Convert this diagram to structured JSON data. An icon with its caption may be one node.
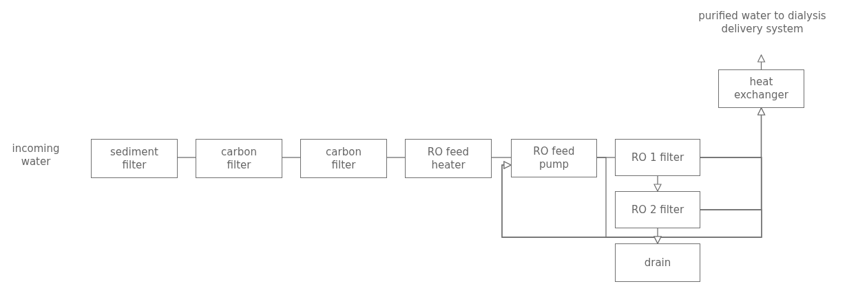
{
  "diagram": {
    "nodes": [
      {
        "text": [
          "sediment filter"
        ]
      },
      {
        "text": [
          "carbon filter"
        ]
      },
      {
        "text": [
          "carbon filter"
        ]
      },
      {
        "text": [
          "RO feed heater"
        ]
      },
      {
        "text": [
          "RO feed pump"
        ]
      },
      {
        "text": [
          "RO 1 filter"
        ]
      },
      {
        "text": [
          "RO 2 filter"
        ]
      },
      {
        "text": [
          "drain"
        ]
      },
      {
        "text": [
          "heat exchanger"
        ]
      },
      {
        "text": [
          "purified water to dialysis delivery system"
        ]
      }
    ],
    "edges": [
      {
        "from": 0,
        "to": 1,
        "arrow": "none"
      },
      {
        "from": 1,
        "to": 2,
        "arrow": "none"
      },
      {
        "from": 2,
        "to": 3,
        "arrow": "none"
      },
      {
        "from": 3,
        "to": 4,
        "arrow": "none"
      },
      {
        "from": 4,
        "to": 5,
        "arrow": "none"
      },
      {
        "from": 5,
        "to": 6,
        "arrow": "to"
      },
      {
        "from": 6,
        "to": 7,
        "arrow": "to"
      },
      {
        "from": 5,
        "to": 8,
        "arrow": "to"
      },
      {
        "from": 6,
        "to": 8,
        "arrow": "to"
      },
      {
        "from": 5,
        "to": 4,
        "arrow": "to"
      },
      {
        "from": 6,
        "to": 4,
        "arrow": "to"
      },
      {
        "from": 4,
        "to": 7,
        "arrow": "to"
      },
      {
        "from": 8,
        "to": 9,
        "arrow": "to"
      }
    ],
    "labels": [
      "incoming water"
    ]
  }
}
